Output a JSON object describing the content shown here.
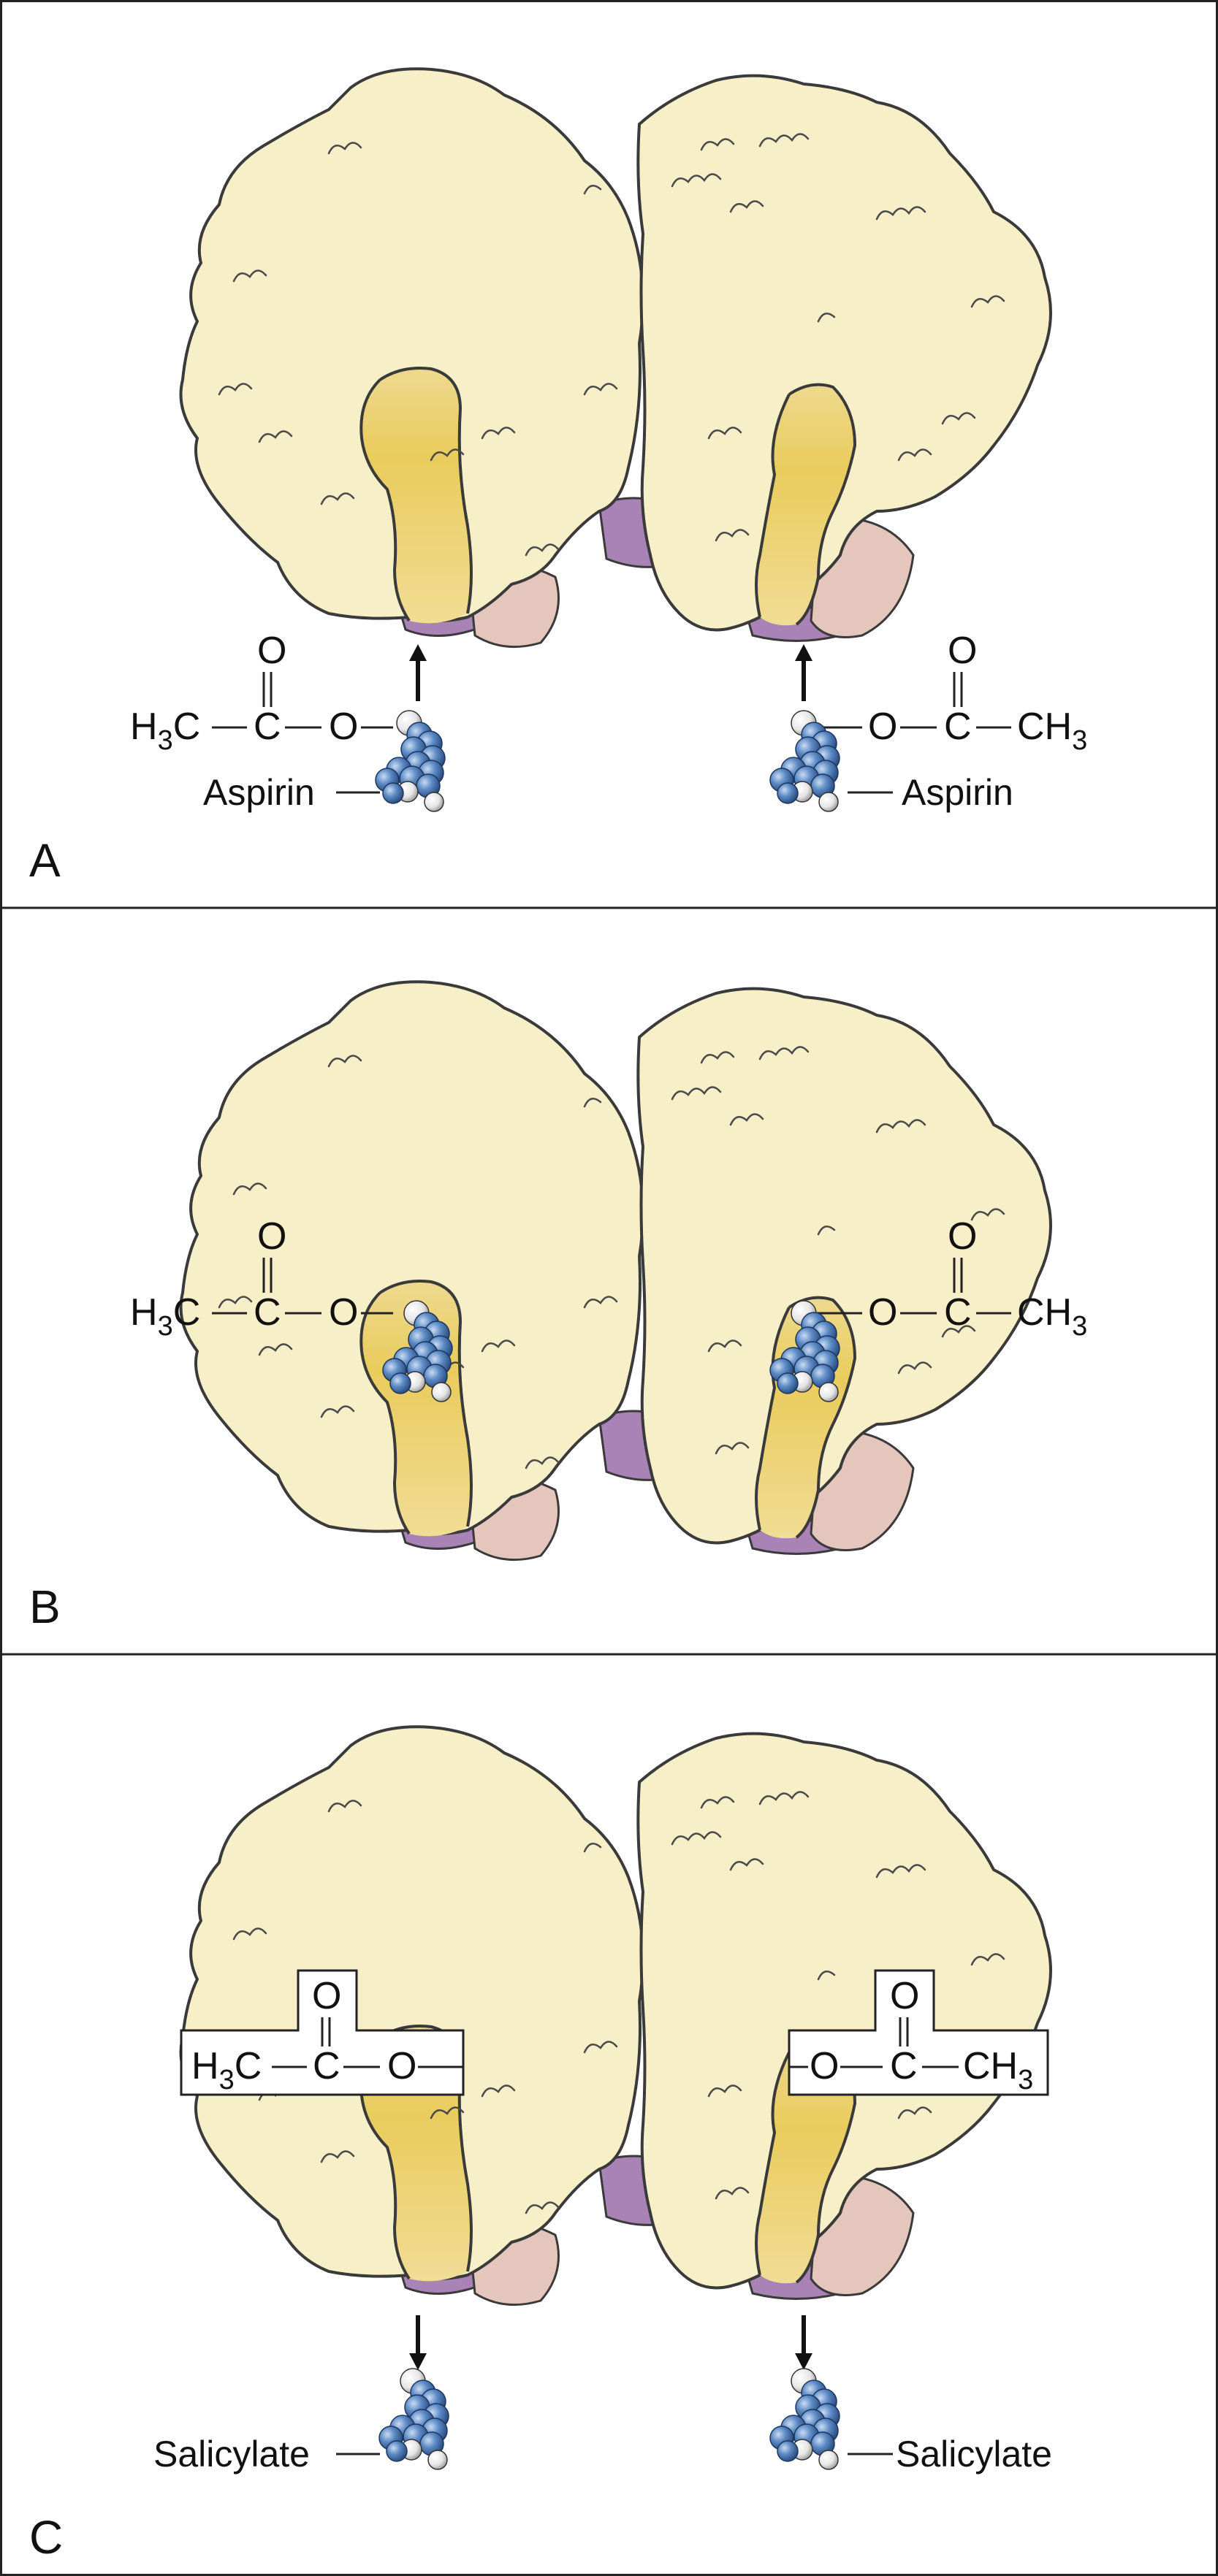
{
  "panels": [
    {
      "letter": "A",
      "left_label": "Aspirin",
      "right_label": "Aspirin"
    },
    {
      "letter": "B"
    },
    {
      "letter": "C",
      "left_label": "Salicylate",
      "right_label": "Salicylate"
    }
  ],
  "chemistry": {
    "left_group": {
      "methyl": "H",
      "methyl_sub": "3",
      "methyl_tail": "C",
      "carbon": "C",
      "carbonyl_oxygen": "O",
      "ester_oxygen": "O"
    },
    "right_group": {
      "ester_oxygen": "O",
      "carbon": "C",
      "carbonyl_oxygen": "O",
      "methyl": "CH",
      "methyl_sub": "3"
    }
  },
  "colors": {
    "enzyme_body": "#f6efc8",
    "channel_yellow": "#ecd27a",
    "purple_subunit": "#a982b6",
    "pink_subunit": "#e5c6bd",
    "molecule_blue": "#5b86be",
    "molecule_white": "#e8e8e8"
  }
}
